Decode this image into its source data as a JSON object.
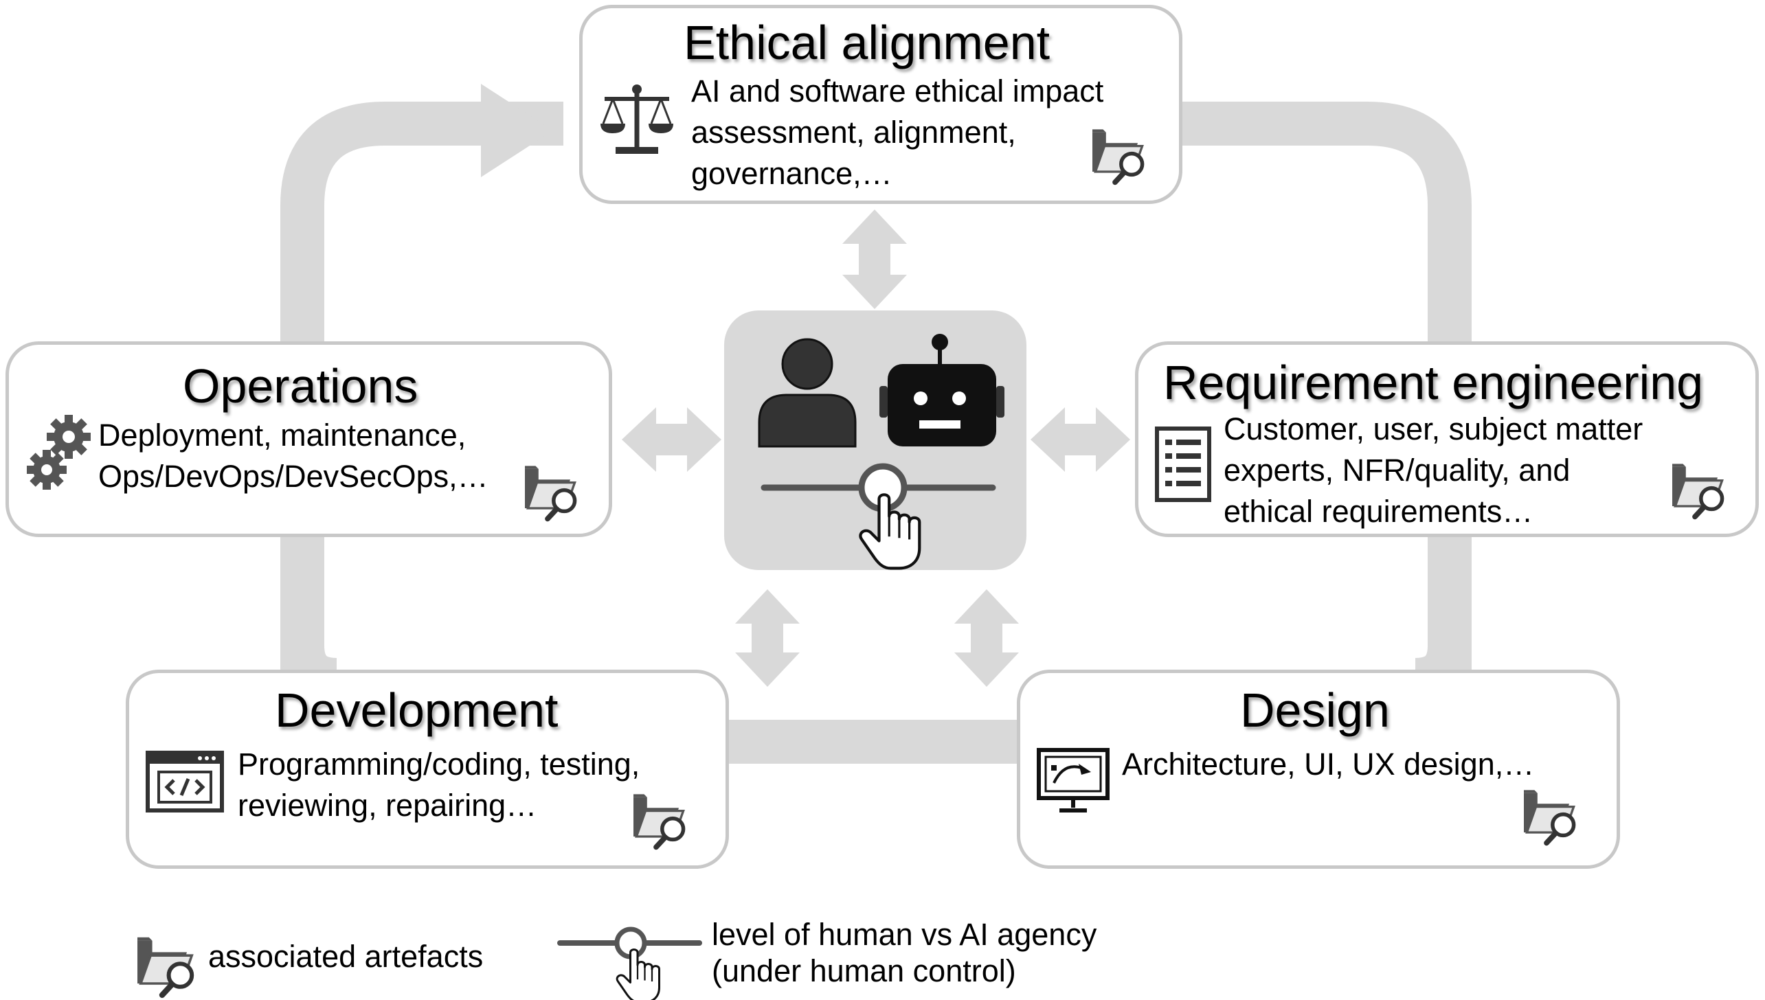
{
  "stages": {
    "ethical": {
      "title": "Ethical alignment",
      "lines": [
        "AI and software ethical impact",
        "assessment, alignment,",
        "governance,…"
      ],
      "icon": "scales-icon"
    },
    "operations": {
      "title": "Operations",
      "lines": [
        "Deployment, maintenance,",
        "Ops/DevOps/DevSecOps,…"
      ],
      "icon": "gears-icon"
    },
    "requirements": {
      "title": "Requirement engineering",
      "lines": [
        "Customer, user, subject matter",
        "experts, NFR/quality, and",
        "ethical requirements…"
      ],
      "icon": "checklist-icon"
    },
    "development": {
      "title": "Development",
      "lines": [
        "Programming/coding, testing,",
        "reviewing, repairing…"
      ],
      "icon": "code-window-icon"
    },
    "design": {
      "title": "Design",
      "lines": [
        "Architecture, UI, UX design,…"
      ],
      "icon": "design-monitor-icon"
    }
  },
  "center": {
    "icons": [
      "person-icon",
      "robot-icon",
      "agency-slider-icon",
      "hand-pointer-icon"
    ]
  },
  "legend": {
    "artefacts": "associated artefacts",
    "agency_line1": "level of human vs AI agency",
    "agency_line2": "(under human control)"
  },
  "colors": {
    "flow": "#d9d9d9",
    "border": "#c8c8c8",
    "center_bg": "#d9d9d9",
    "icon": "#404040"
  }
}
